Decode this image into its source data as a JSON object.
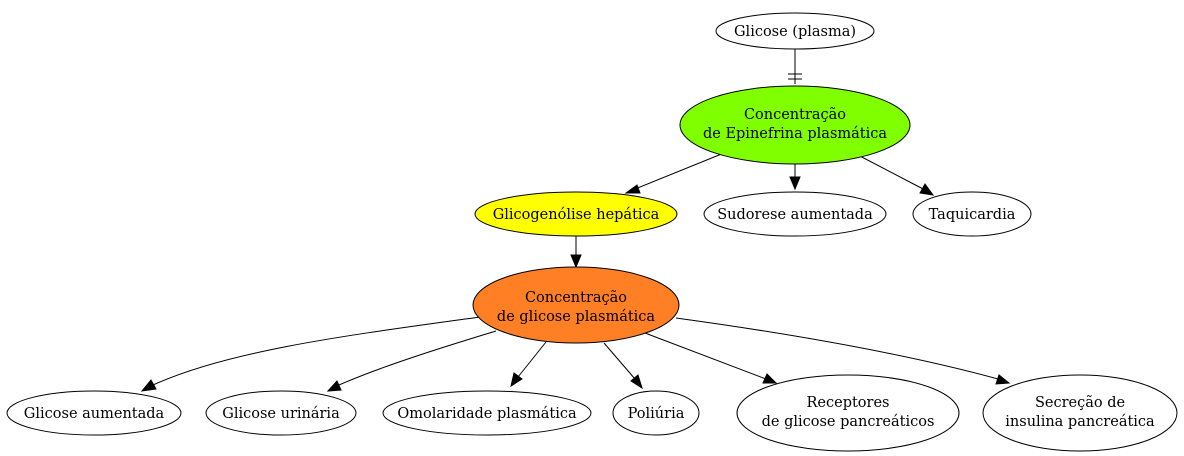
{
  "colors": {
    "default_fill": "#ffffff",
    "epinefrina_fill": "#7fff00",
    "glicogenolise_fill": "#ffff00",
    "glicose_plasmatica_fill": "#ff7f24",
    "stroke": "#000000"
  },
  "nodes": {
    "glicose_plasma": {
      "label": "Glicose (plasma)"
    },
    "epinefrina": {
      "line1": "Concentração",
      "line2": "de Epinefrina plasmática"
    },
    "glicogenolise": {
      "label": "Glicogenólise hepática"
    },
    "sudorese": {
      "label": "Sudorese aumentada"
    },
    "taquicardia": {
      "label": "Taquicardia"
    },
    "glicose_plasmatica": {
      "line1": "Concentração",
      "line2": "de glicose plasmática"
    },
    "glicose_aumentada": {
      "label": "Glicose aumentada"
    },
    "glicose_urinaria": {
      "label": "Glicose urinária"
    },
    "osmolaridade": {
      "label": "Omolaridade plasmática"
    },
    "poliuria": {
      "label": "Poliúria"
    },
    "receptores": {
      "line1": "Receptores",
      "line2": "de glicose pancreáticos"
    },
    "secrecao": {
      "line1": "Secreção de",
      "line2": "insulina pancreática"
    }
  }
}
